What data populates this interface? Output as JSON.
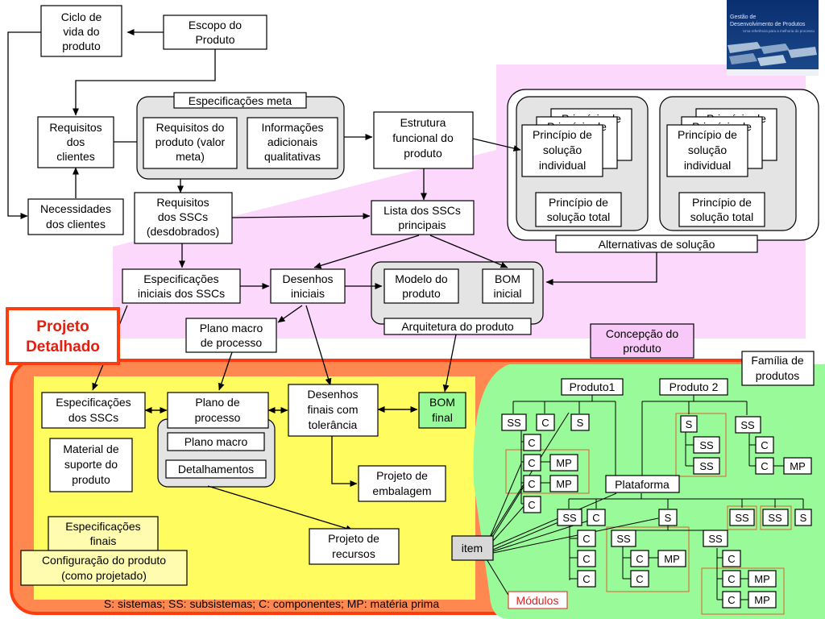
{
  "boxes": {
    "ciclo": [
      "Ciclo de",
      "vida do",
      "produto"
    ],
    "escopo": [
      "Escopo do",
      "Produto"
    ],
    "req_clientes": [
      "Requisitos",
      "dos",
      "clientes"
    ],
    "necessidades": [
      "Necessidades",
      "dos clientes"
    ],
    "espec_meta": "Especificações meta",
    "req_produto": [
      "Requisitos do",
      "produto (valor",
      "meta)"
    ],
    "info_adic": [
      "Informações",
      "adicionais",
      "qualitativas"
    ],
    "estrutura": [
      "Estrutura",
      "funcional do",
      "produto"
    ],
    "req_sscs": [
      "Requisitos",
      "dos SSCs",
      "(desdobrados)"
    ],
    "lista_sscs": [
      "Lista dos SSCs",
      "principais"
    ],
    "espec_iniciais": [
      "Especificações",
      "iniciais dos SSCs"
    ],
    "desenhos_iniciais": [
      "Desenhos",
      "iniciais"
    ],
    "modelo": [
      "Modelo do",
      "produto"
    ],
    "bom_inicial": [
      "BOM",
      "inicial"
    ],
    "arquitetura": "Arquitetura do produto",
    "principio_ind_back": "Princípio de",
    "principio_ind": [
      "Princípio de",
      "solução",
      "individual"
    ],
    "principio_total": [
      "Princípio de",
      "solução total"
    ],
    "alternativas": "Alternativas de solução",
    "concepcao": [
      "Concepção do",
      "produto"
    ],
    "projeto_detalhado": [
      "Projeto",
      "Detalhado"
    ],
    "plano_macro_proc": [
      "Plano macro",
      "de processo"
    ],
    "espec_sscs": [
      "Especificações",
      "dos SSCs"
    ],
    "plano_proc": [
      "Plano de",
      "processo"
    ],
    "plano_macro": "Plano macro",
    "detalhamentos": "Detalhamentos",
    "desenhos_finais": [
      "Desenhos",
      "finais com",
      "tolerância"
    ],
    "bom_final": [
      "BOM",
      "final"
    ],
    "material": [
      "Material de",
      "suporte do",
      "produto"
    ],
    "proj_embalagem": [
      "Projeto de",
      "embalagem"
    ],
    "proj_recursos": [
      "Projeto de",
      "recursos"
    ],
    "espec_finais": [
      "Especificações",
      "finais"
    ],
    "config": [
      "Configuração do produto",
      "(como projetado)"
    ],
    "familia": [
      "Família de",
      "produtos"
    ],
    "produto1": "Produto1",
    "produto2": "Produto 2",
    "plataforma": "Plataforma",
    "item": "item",
    "modulos": "Módulos"
  },
  "nodes": {
    "s": "S",
    "ss": "SS",
    "c": "C",
    "mp": "MP"
  },
  "legend": "S: sistemas; SS: subsistemas; C: componentes; MP: matéria prima",
  "cover": {
    "title1": "Gestão de",
    "title2": "Desenvolvimento de Produtos",
    "subtitle": "Uma referência para a melhoria do processo"
  },
  "colors": {
    "pink_region": "#fcd8fc",
    "red_region": "#ff3c10",
    "red_fill": "#ff8850",
    "yellow_region": "#fffc60",
    "green_region": "#98fa98",
    "gray_group": "#e4e4e4",
    "concepcao_fill": "#f8c8f8",
    "bom_final_fill": "#98fa98",
    "espec_finais_fill": "#fffcb0",
    "projeto_title": "#e02010",
    "modulos_text": "#e02020"
  }
}
